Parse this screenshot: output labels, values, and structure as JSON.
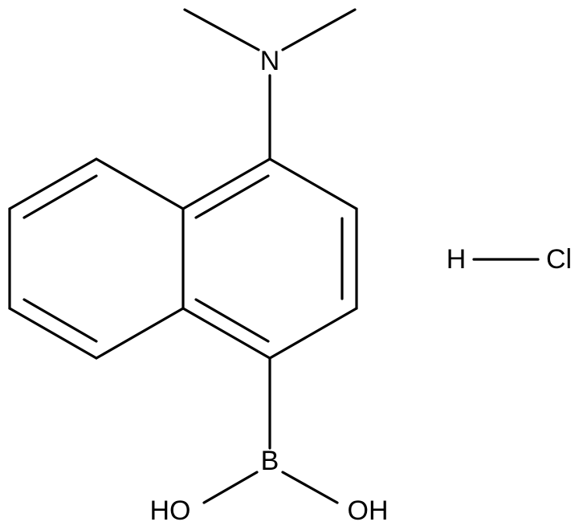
{
  "diagram": {
    "type": "structural-formula",
    "atoms": {
      "nitrogen": "N",
      "boron": "B",
      "hydroxyl_left": "HO",
      "hydroxyl_right": "OH",
      "hydrogen": "H",
      "chlorine": "Cl"
    }
  }
}
